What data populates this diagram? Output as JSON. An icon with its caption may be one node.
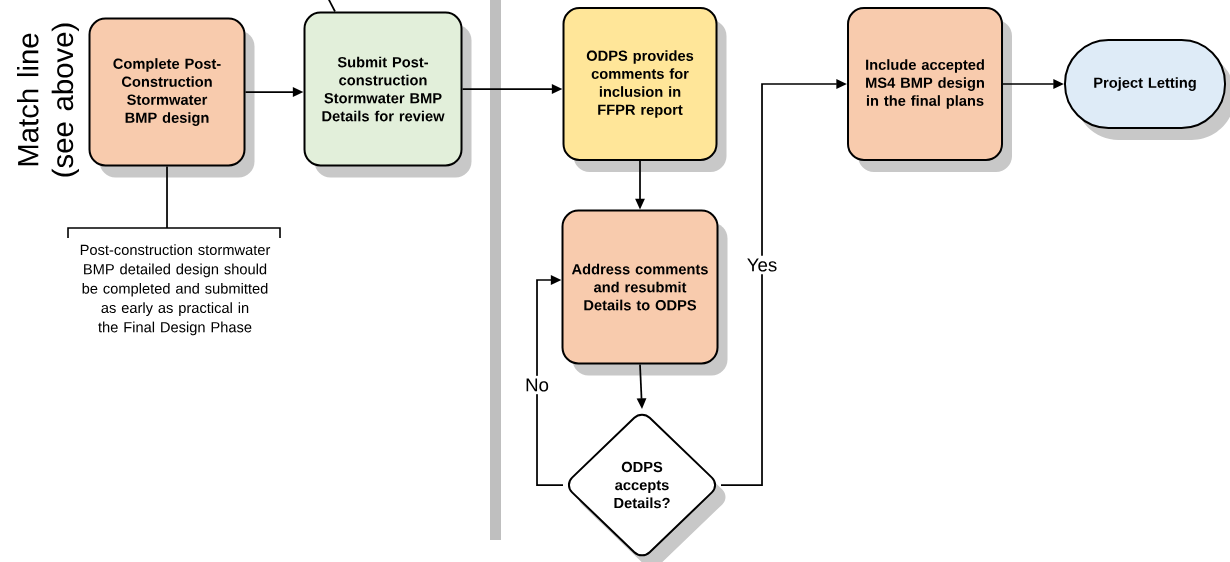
{
  "diagram": {
    "nodes": [
      {
        "text": [
          "Complete Post-Construction Stormwater BMP design"
        ]
      },
      {
        "text": [
          "Submit Post-construction Stormwater BMP Details for review"
        ]
      },
      {
        "text": [
          "ODPS provides comments for inclusion in FFPR report"
        ]
      },
      {
        "text": [
          "Address comments and resubmit Details to ODPS"
        ]
      },
      {
        "text": [
          "ODPS accepts Details?"
        ]
      },
      {
        "text": [
          "Include accepted MS4 BMP design in the final plans"
        ]
      },
      {
        "text": [
          "Project Letting"
        ]
      },
      {
        "text": [
          "Post-construction stormwater BMP detailed design should be completed and submitted as early as practical in the Final Design Phase"
        ]
      }
    ],
    "edges": [
      {
        "from": null,
        "to": 1,
        "arrow": "none"
      },
      {
        "from": 0,
        "to": 1,
        "arrow": "to"
      },
      {
        "from": 1,
        "to": 2,
        "arrow": "to"
      },
      {
        "from": 2,
        "to": 3,
        "arrow": "to"
      },
      {
        "from": 3,
        "to": 4,
        "arrow": "to"
      },
      {
        "from": 4,
        "to": 3,
        "arrow": "to",
        "label": "No"
      },
      {
        "from": 4,
        "to": 5,
        "arrow": "to",
        "label": "Yes"
      },
      {
        "from": 5,
        "to": 6,
        "arrow": "to"
      },
      {
        "from": 0,
        "to": 7,
        "arrow": "none"
      }
    ],
    "labels": [
      "Match line (see above)"
    ]
  }
}
